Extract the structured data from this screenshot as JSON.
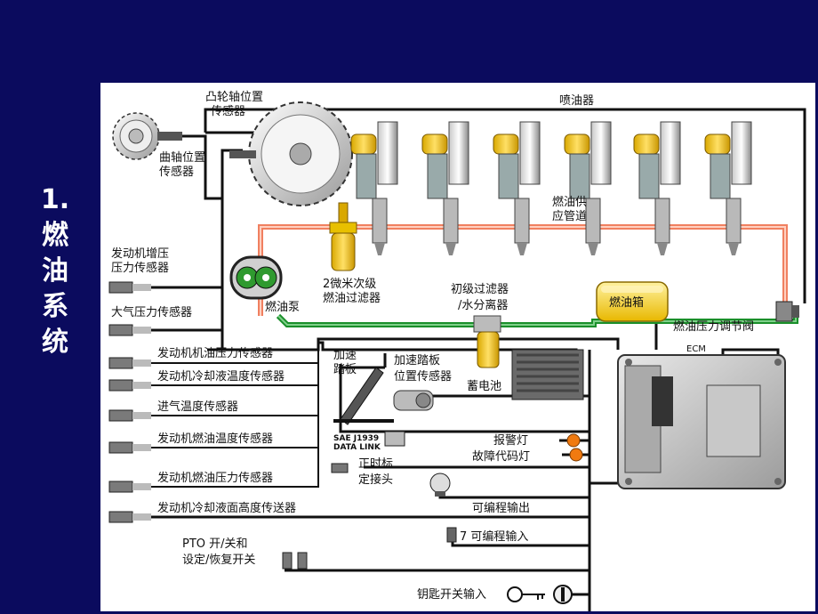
{
  "slide": {
    "title_chars": [
      "1.",
      "燃",
      "油",
      "系",
      "统"
    ]
  },
  "labels": {
    "injectors": "喷油器",
    "cam_sensor_l1": "凸轮轴位置",
    "cam_sensor_l2": "传感器",
    "crank_sensor_l1": "曲轴位置",
    "crank_sensor_l2": "传感器",
    "supply_manifold_l1": "燃油供",
    "supply_manifold_l2": "应管道",
    "boost_sensor_l1": "发动机增压",
    "boost_sensor_l2": "压力传感器",
    "atm_sensor": "大气压力传感器",
    "fuel_pump": "燃油泵",
    "secondary_filter_l1": "2微米次级",
    "secondary_filter_l2": "燃油过滤器",
    "primary_filter_l1": "初级过滤器",
    "primary_filter_l2": "/水分离器",
    "fuel_tank": "燃油箱",
    "pressure_regulator": "燃油压力调节阀",
    "ecm": "ECM",
    "oil_pressure_sensor": "发动机机油压力传感器",
    "coolant_temp_sensor": "发动机冷却液温度传感器",
    "intake_temp_sensor": "进气温度传感器",
    "fuel_temp_sensor": "发动机燃油温度传感器",
    "fuel_pressure_sensor": "发动机燃油压力传感器",
    "coolant_level_sender": "发动机冷却液面高度传送器",
    "throttle_pedal_l1": "加速",
    "throttle_pedal_l2": "踏板",
    "throttle_sensor_l1": "加速踏板",
    "throttle_sensor_l2": "位置传感器",
    "battery": "蓄电池",
    "datalink_l1": "SAE J1939",
    "datalink_l2": "DATA LINK",
    "warning_lamp": "报警灯",
    "diag_lamp": "故障代码灯",
    "timing_connector_l1": "正时标",
    "timing_connector_l2": "定接头",
    "prog_output": "可编程输出",
    "prog_input": "7 可编程输入",
    "pto_l1": "PTO  开/关和",
    "pto_l2": "设定/恢复开关",
    "key_switch": "钥匙开关输入"
  },
  "colors": {
    "slide_bg": "#0b0b5e",
    "supply_line": "#f08060",
    "return_line": "#1a8f2a",
    "filter_yellow": "#f2c200",
    "lamp_orange": "#f07a10"
  },
  "icons": {
    "ecm": "ecm-module-icon",
    "key": "key-icon",
    "pump": "gear-pump-icon"
  }
}
